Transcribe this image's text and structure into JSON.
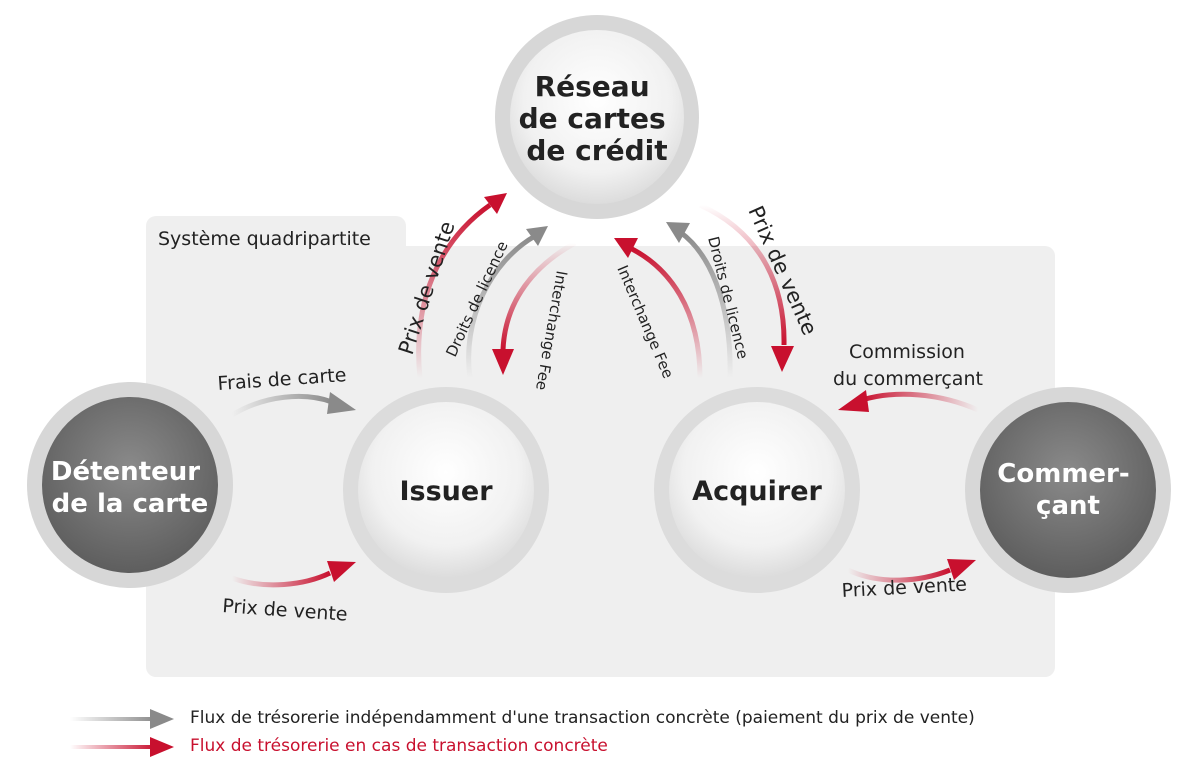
{
  "system_label": "Système quadripartite",
  "nodes": {
    "network": [
      "Réseau",
      "de cartes",
      "de crédit"
    ],
    "cardholder": [
      "Détenteur",
      "de la carte"
    ],
    "issuer": [
      "Issuer"
    ],
    "acquirer": [
      "Acquirer"
    ],
    "merchant": [
      "Commer-",
      "çant"
    ]
  },
  "flows": {
    "card_fee": "Frais de carte",
    "sale_price_cardholder": "Prix de vente",
    "sale_price_issuer_network": "Prix de vente",
    "license_fee_issuer": "Droits de licence",
    "interchange_fee_issuer": "Interchange Fee",
    "interchange_fee_acquirer": "Interchange Fee",
    "license_fee_acquirer": "Droits de licence",
    "sale_price_network_acquirer": "Prix de vente",
    "merchant_commission": [
      "Commission",
      "du commerçant"
    ],
    "sale_price_acquirer_merchant": "Prix de vente"
  },
  "legend": [
    {
      "text": "Flux de trésorerie indépendamment d'une transaction concrète (paiement du prix de vente)",
      "color": "#8a8a8a"
    },
    {
      "text": "Flux de trésorerie en cas de transaction concrète",
      "color": "#c8102e"
    }
  ],
  "colors": {
    "gray_flow": "#8a8a8a",
    "red_flow": "#c8102e",
    "panel": "#efefef",
    "dark_node": "#6e6e6e"
  }
}
